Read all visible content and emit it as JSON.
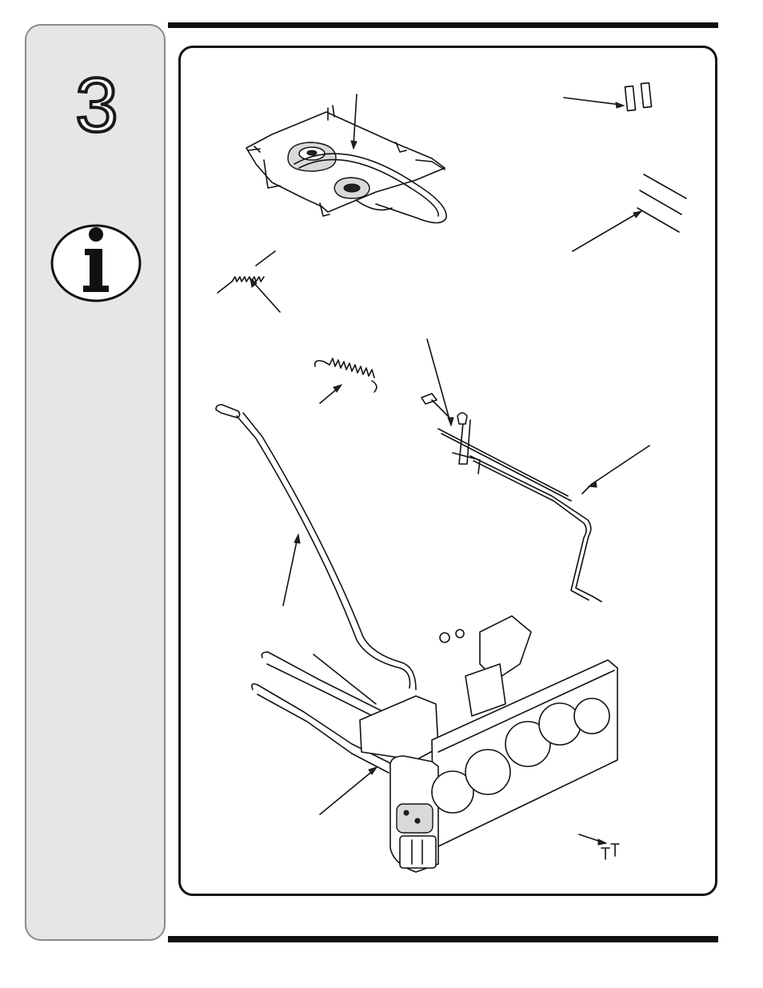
{
  "sidebar": {
    "step_number": "3",
    "info_icon": "info-icon"
  },
  "figure": {
    "parts": [
      {
        "name": "pulley-bracket-assembly",
        "icon": "pulley-bracket"
      },
      {
        "name": "shear-pins",
        "icon": "shear-pin-pair"
      },
      {
        "name": "rods",
        "icon": "rod-set"
      },
      {
        "name": "small-extension-spring",
        "icon": "spring"
      },
      {
        "name": "large-extension-spring",
        "icon": "spring"
      },
      {
        "name": "chute-crank-rod",
        "icon": "crank"
      },
      {
        "name": "lift-handle",
        "icon": "handle"
      },
      {
        "name": "snow-thrower-housing",
        "icon": "auger-housing"
      },
      {
        "name": "hardware-bolts",
        "icon": "bolts"
      }
    ]
  }
}
